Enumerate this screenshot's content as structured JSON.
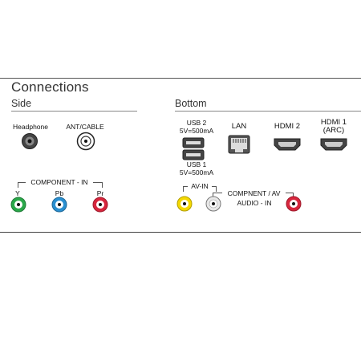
{
  "title": "Connections",
  "side": {
    "heading": "Side",
    "headphone": "Headphone",
    "antenna": "ANT/CABLE",
    "component_in": "COMPONENT - IN",
    "y": "Y",
    "pb": "Pb",
    "pr": "Pr"
  },
  "bottom": {
    "heading": "Bottom",
    "usb2": "USB 2",
    "usb2_power": "5V=500mA",
    "usb1": "USB 1",
    "usb1_power": "5V=500mA",
    "lan": "LAN",
    "hdmi2": "HDMI 2",
    "hdmi1": "HDMI 1",
    "hdmi1_arc": "(ARC)",
    "av_in": "AV-IN",
    "compnent_av": "COMPNENT / AV",
    "audio_in": "AUDIO - IN"
  },
  "colors": {
    "green": "#2aa84a",
    "blue": "#2a8fd0",
    "red": "#d7263d",
    "yellow": "#f4d800",
    "white": "#e8e8e8"
  }
}
